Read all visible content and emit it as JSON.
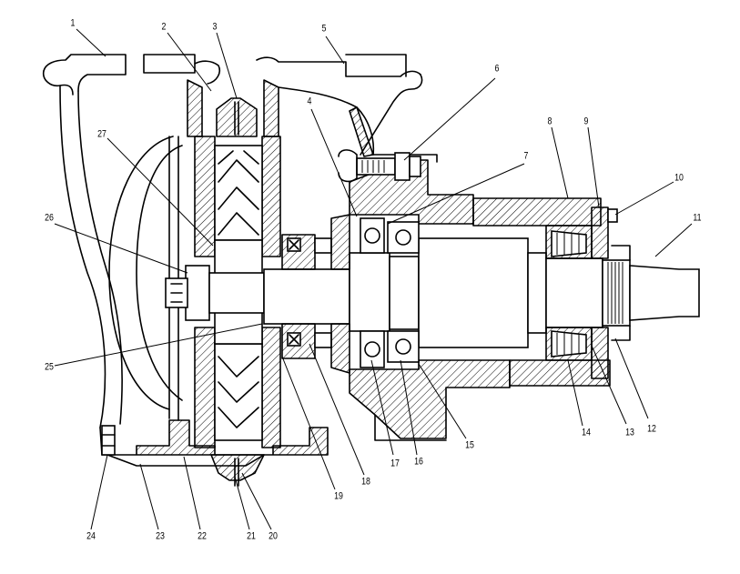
{
  "labels": {
    "l1": "1",
    "l2": "2",
    "l3": "3",
    "l4": "4",
    "l5": "5",
    "l6": "6",
    "l7": "7",
    "l8": "8",
    "l9": "9",
    "l10": "10",
    "l11": "11",
    "l12": "12",
    "l13": "13",
    "l14": "14",
    "l15": "15",
    "l16": "16",
    "l17": "17",
    "l18": "18",
    "l19": "19",
    "l20": "20",
    "l21": "21",
    "l22": "22",
    "l23": "23",
    "l24": "24",
    "l25": "25",
    "l26": "26",
    "l27": "27"
  }
}
